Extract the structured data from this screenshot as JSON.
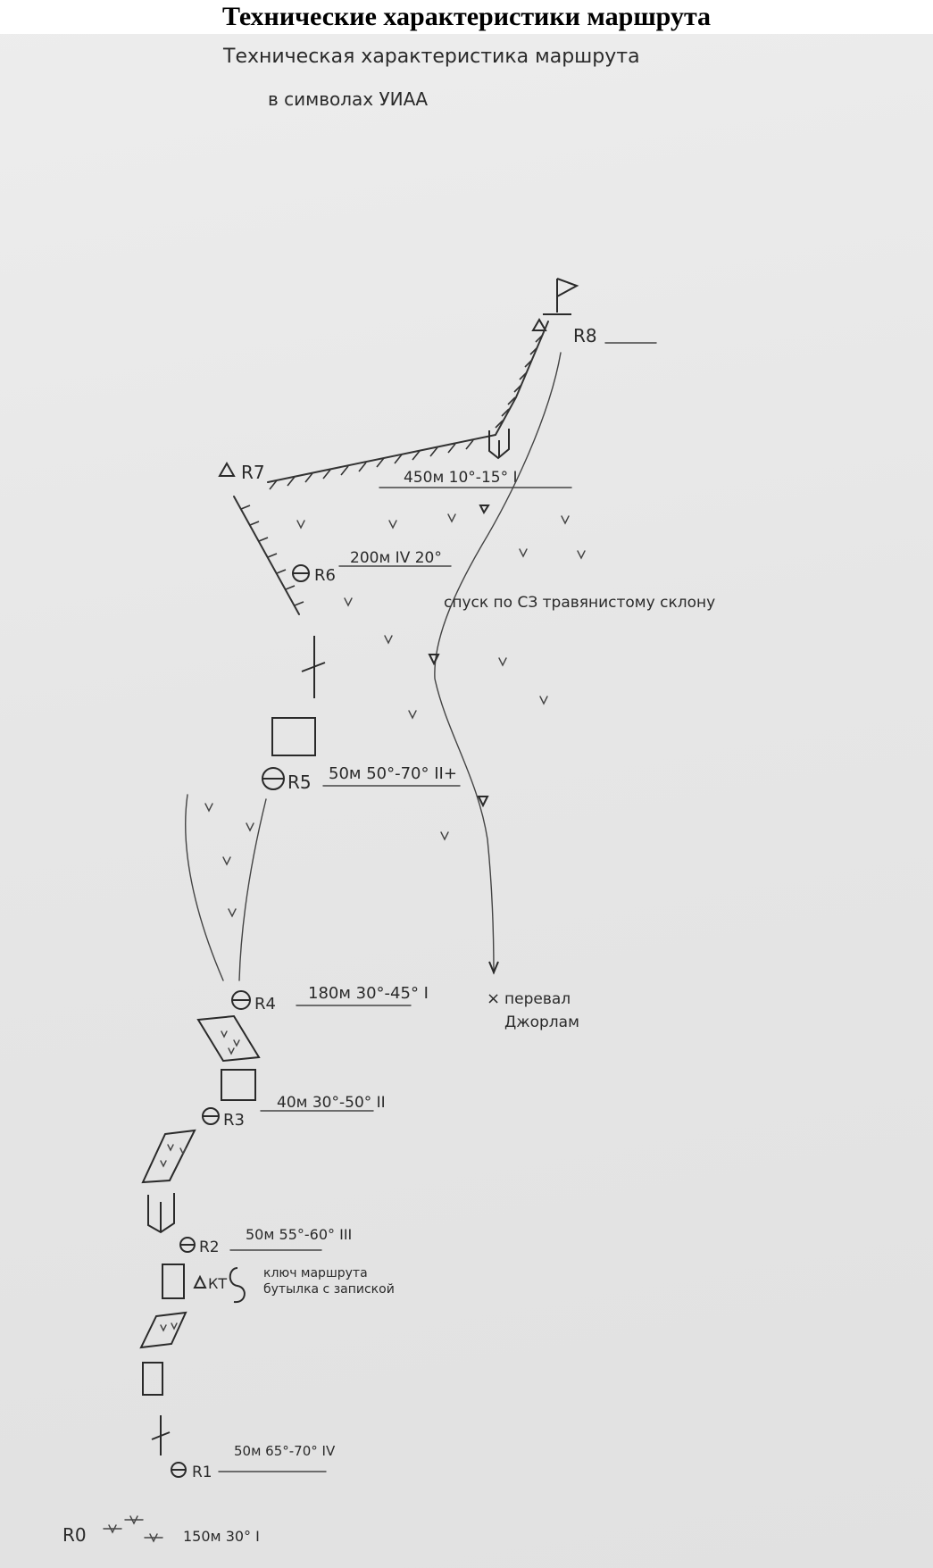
{
  "caption": "Технические характеристики маршрута",
  "heading": {
    "line1": "Техническая характеристика маршрута",
    "line2": "в символах УИАА"
  },
  "points": {
    "r8": "R8",
    "r7": "R7",
    "r6": "R6",
    "r5": "R5",
    "r4": "R4",
    "r3": "R3",
    "r2": "R2",
    "r1": "R1",
    "r0": "R0",
    "kt": "КТ"
  },
  "segments": {
    "s7": "450м 10°-15° I",
    "s6": "200м IV 20°",
    "s5": "50м 50°-70° II+",
    "s4": "180м 30°-45° I",
    "s3": "40м 30°-50° II",
    "s2": "50м 55°-60° III",
    "s1": "50м 65°-70° IV",
    "s0": "150м 30° I"
  },
  "notes": {
    "descent": "спуск по СЗ травянистому склону",
    "pass_line1": "перевал",
    "pass_line2": "Джорлам",
    "key_line1": "ключ маршрута",
    "key_line2": "бутылка с запиской"
  }
}
